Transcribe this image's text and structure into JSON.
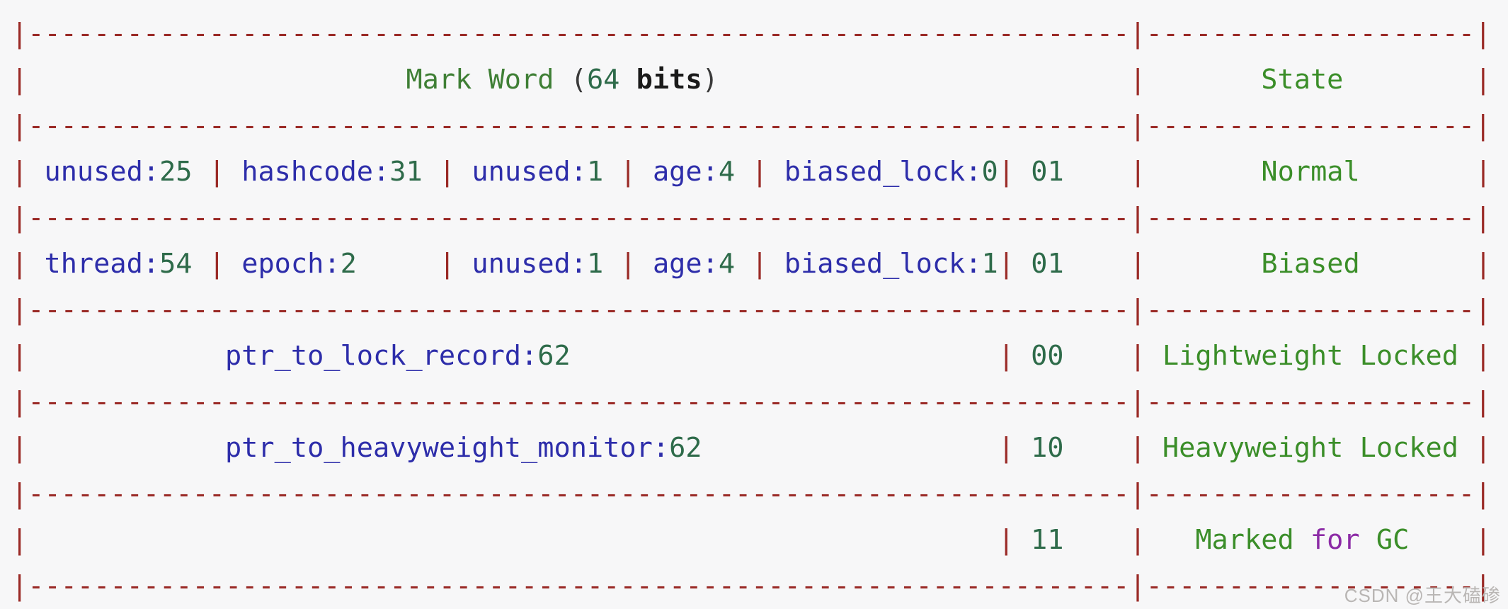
{
  "colors": {
    "background": "#f7f7f8",
    "border": "#9a2a26",
    "field": "#2d2daa",
    "number": "#2e6b4a",
    "title": "#3f7f35",
    "state": "#3b8e29",
    "keyword": "#8c2ba6",
    "bits": "#1a1a1a",
    "paren": "#3a3a3a",
    "plain": "#333333",
    "watermark": "#b9b6b4"
  },
  "semantic": {
    "title": "Mark Word (64 bits)",
    "state_column_header": "State",
    "rows": [
      {
        "fields": [
          "unused:25",
          "hashcode:31",
          "unused:1",
          "age:4",
          "biased_lock:0"
        ],
        "lock_bits": "01",
        "state": "Normal"
      },
      {
        "fields": [
          "thread:54",
          "epoch:2",
          "unused:1",
          "age:4",
          "biased_lock:1"
        ],
        "lock_bits": "01",
        "state": "Biased"
      },
      {
        "fields": [
          "ptr_to_lock_record:62"
        ],
        "lock_bits": "00",
        "state": "Lightweight Locked"
      },
      {
        "fields": [
          "ptr_to_heavyweight_monitor:62"
        ],
        "lock_bits": "10",
        "state": "Heavyweight Locked"
      },
      {
        "fields": [],
        "lock_bits": "11",
        "state": "Marked for GC"
      }
    ]
  },
  "table": {
    "border_tokens": [
      [
        "border",
        "|"
      ],
      [
        "dashes",
        67
      ],
      [
        "border",
        "|"
      ],
      [
        "dashes",
        20
      ],
      [
        "border",
        "|"
      ]
    ],
    "rows": [
      {
        "type": "border"
      },
      {
        "type": "tokens",
        "tokens": [
          [
            "border",
            "|"
          ],
          [
            "pad",
            23
          ],
          [
            "title",
            "Mark Word"
          ],
          [
            "pad",
            1
          ],
          [
            "paren",
            "("
          ],
          [
            "num",
            "64"
          ],
          [
            "pad",
            1
          ],
          [
            "bits",
            "bits"
          ],
          [
            "paren",
            ")"
          ],
          [
            "pad",
            25
          ],
          [
            "border",
            "|"
          ],
          [
            "pad",
            7
          ],
          [
            "state",
            "State"
          ],
          [
            "pad",
            8
          ],
          [
            "border",
            "|"
          ]
        ]
      },
      {
        "type": "border"
      },
      {
        "type": "tokens",
        "tokens": [
          [
            "border",
            "|"
          ],
          [
            "pad",
            1
          ],
          [
            "name",
            "unused:"
          ],
          [
            "num",
            "25"
          ],
          [
            "pad",
            1
          ],
          [
            "border",
            "|"
          ],
          [
            "pad",
            1
          ],
          [
            "name",
            "hashcode:"
          ],
          [
            "num",
            "31"
          ],
          [
            "pad",
            1
          ],
          [
            "border",
            "|"
          ],
          [
            "pad",
            1
          ],
          [
            "name",
            "unused:"
          ],
          [
            "num",
            "1"
          ],
          [
            "pad",
            1
          ],
          [
            "border",
            "|"
          ],
          [
            "pad",
            1
          ],
          [
            "name",
            "age:"
          ],
          [
            "num",
            "4"
          ],
          [
            "pad",
            1
          ],
          [
            "border",
            "|"
          ],
          [
            "pad",
            1
          ],
          [
            "name",
            "biased_lock:"
          ],
          [
            "num",
            "0"
          ],
          [
            "border",
            "|"
          ],
          [
            "pad",
            1
          ],
          [
            "num",
            "01"
          ],
          [
            "pad",
            4
          ],
          [
            "border",
            "|"
          ],
          [
            "pad",
            7
          ],
          [
            "state",
            "Normal"
          ],
          [
            "pad",
            7
          ],
          [
            "border",
            "|"
          ]
        ]
      },
      {
        "type": "border"
      },
      {
        "type": "tokens",
        "tokens": [
          [
            "border",
            "|"
          ],
          [
            "pad",
            1
          ],
          [
            "name",
            "thread:"
          ],
          [
            "num",
            "54"
          ],
          [
            "pad",
            1
          ],
          [
            "border",
            "|"
          ],
          [
            "pad",
            1
          ],
          [
            "name",
            "epoch:"
          ],
          [
            "num",
            "2"
          ],
          [
            "pad",
            5
          ],
          [
            "border",
            "|"
          ],
          [
            "pad",
            1
          ],
          [
            "name",
            "unused:"
          ],
          [
            "num",
            "1"
          ],
          [
            "pad",
            1
          ],
          [
            "border",
            "|"
          ],
          [
            "pad",
            1
          ],
          [
            "name",
            "age:"
          ],
          [
            "num",
            "4"
          ],
          [
            "pad",
            1
          ],
          [
            "border",
            "|"
          ],
          [
            "pad",
            1
          ],
          [
            "name",
            "biased_lock:"
          ],
          [
            "num",
            "1"
          ],
          [
            "border",
            "|"
          ],
          [
            "pad",
            1
          ],
          [
            "num",
            "01"
          ],
          [
            "pad",
            4
          ],
          [
            "border",
            "|"
          ],
          [
            "pad",
            7
          ],
          [
            "state",
            "Biased"
          ],
          [
            "pad",
            7
          ],
          [
            "border",
            "|"
          ]
        ]
      },
      {
        "type": "border"
      },
      {
        "type": "tokens",
        "tokens": [
          [
            "border",
            "|"
          ],
          [
            "pad",
            12
          ],
          [
            "name",
            "ptr_to_lock_record:"
          ],
          [
            "num",
            "62"
          ],
          [
            "pad",
            26
          ],
          [
            "border",
            "|"
          ],
          [
            "pad",
            1
          ],
          [
            "num",
            "00"
          ],
          [
            "pad",
            4
          ],
          [
            "border",
            "|"
          ],
          [
            "pad",
            1
          ],
          [
            "state",
            "Lightweight Locked"
          ],
          [
            "pad",
            1
          ],
          [
            "border",
            "|"
          ]
        ]
      },
      {
        "type": "border"
      },
      {
        "type": "tokens",
        "tokens": [
          [
            "border",
            "|"
          ],
          [
            "pad",
            12
          ],
          [
            "name",
            "ptr_to_heavyweight_monitor:"
          ],
          [
            "num",
            "62"
          ],
          [
            "pad",
            18
          ],
          [
            "border",
            "|"
          ],
          [
            "pad",
            1
          ],
          [
            "num",
            "10"
          ],
          [
            "pad",
            4
          ],
          [
            "border",
            "|"
          ],
          [
            "pad",
            1
          ],
          [
            "state",
            "Heavyweight Locked"
          ],
          [
            "pad",
            1
          ],
          [
            "border",
            "|"
          ]
        ]
      },
      {
        "type": "border"
      },
      {
        "type": "tokens",
        "tokens": [
          [
            "border",
            "|"
          ],
          [
            "pad",
            59
          ],
          [
            "border",
            "|"
          ],
          [
            "pad",
            1
          ],
          [
            "num",
            "11"
          ],
          [
            "pad",
            4
          ],
          [
            "border",
            "|"
          ],
          [
            "pad",
            3
          ],
          [
            "state",
            "Marked"
          ],
          [
            "pad",
            1
          ],
          [
            "kw",
            "for"
          ],
          [
            "pad",
            1
          ],
          [
            "state",
            "GC"
          ],
          [
            "pad",
            4
          ],
          [
            "border",
            "|"
          ]
        ]
      },
      {
        "type": "border"
      }
    ]
  },
  "watermark": {
    "text": "CSDN @王大磕碜"
  }
}
